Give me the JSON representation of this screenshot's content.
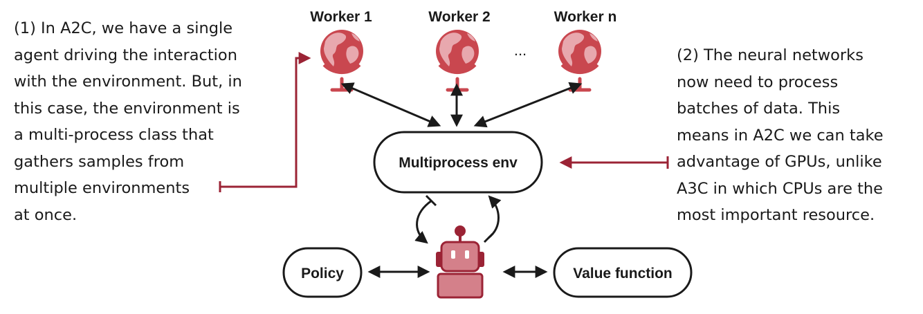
{
  "colors": {
    "accent": "#9b2335",
    "globe_fill": "#c9474f",
    "globe_land": "#e8a8ae",
    "robot_fill": "#d4808a",
    "ink": "#1a1a1a"
  },
  "workers": [
    {
      "label": "Worker 1",
      "icon": "globe-icon"
    },
    {
      "label": "Worker 2",
      "icon": "globe-icon"
    },
    {
      "label": "Worker n",
      "icon": "globe-icon"
    }
  ],
  "workers_ellipsis": "...",
  "env": {
    "label": "Multiprocess env"
  },
  "agent": {
    "icon": "robot-icon"
  },
  "policy": {
    "label": "Policy"
  },
  "value_function": {
    "label": "Value function"
  },
  "left_note": {
    "lines": [
      "(1) In A2C, we have a single",
      "agent driving the interaction",
      "with the environment. But, in",
      "this case, the environment is",
      "a multi-process class that",
      "gathers samples from",
      "multiple environments",
      "at once."
    ]
  },
  "right_note": {
    "lines": [
      "(2) The neural networks",
      "now need to process",
      "batches of data. This",
      "means in A2C we can take",
      "advantage of GPUs, unlike",
      "A3C in which CPUs are the",
      "most important resource."
    ]
  }
}
